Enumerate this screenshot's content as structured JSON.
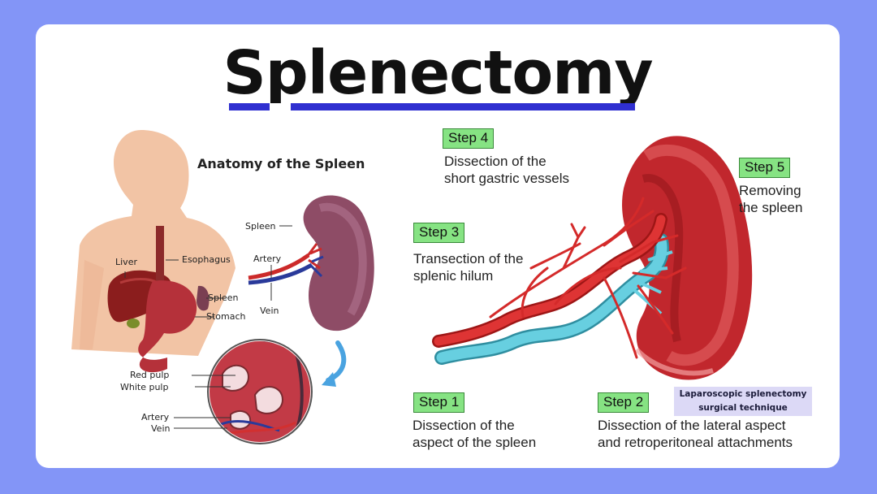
{
  "title": "Splenectomy",
  "anatomy": {
    "title": "Anatomy of the Spleen",
    "labels": {
      "liver": "Liver",
      "esophagus": "Esophagus",
      "spleen_body": "Spleen",
      "stomach": "Stomach",
      "spleen": "Spleen",
      "artery": "Artery",
      "vein": "Vein",
      "red_pulp": "Red pulp",
      "white_pulp": "White pulp",
      "artery_detail": "Artery",
      "vein_detail": "Vein"
    }
  },
  "steps": [
    {
      "label": "Step 1",
      "desc": [
        "Dissection of the",
        "aspect of the spleen"
      ]
    },
    {
      "label": "Step 2",
      "desc": [
        "Dissection of the lateral aspect",
        "and retroperitoneal attachments"
      ]
    },
    {
      "label": "Step 3",
      "desc": [
        "Transection of the",
        "splenic hilum"
      ]
    },
    {
      "label": "Step 4",
      "desc": [
        "Dissection of the",
        "short gastric vessels"
      ]
    },
    {
      "label": "Step 5",
      "desc": [
        "Removing",
        "the spleen"
      ]
    }
  ],
  "caption": [
    "Laparoscopic splenectomy",
    "surgical technique"
  ],
  "colors": {
    "background": "#8395f7",
    "accent_underline": "#2f2fd0",
    "badge": "#86e383",
    "artery": "#d42a2a",
    "vein": "#5cc6d8",
    "spleen": "#c1272d",
    "skin": "#f2c4a5"
  }
}
